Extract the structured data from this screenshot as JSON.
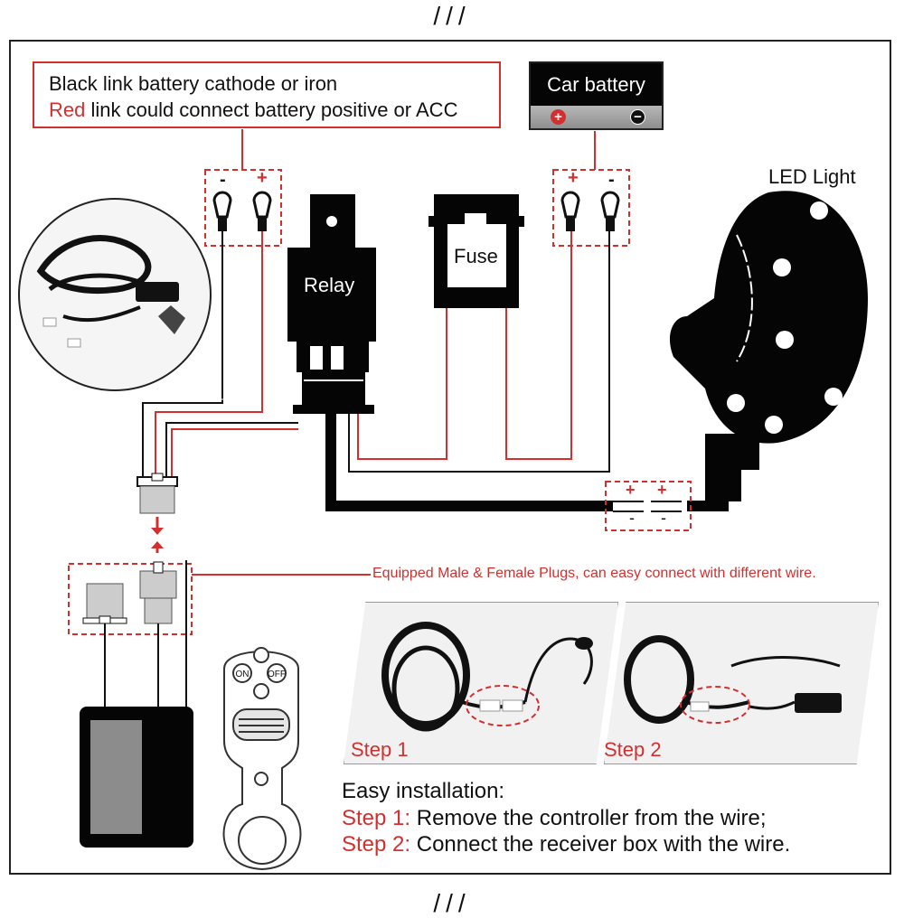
{
  "top_mark": "///",
  "bottom_mark": "///",
  "note": {
    "line1": "Black link battery cathode or iron",
    "line2_red": "Red",
    "line2_rest": " link could connect battery positive or ACC"
  },
  "battery": {
    "label": "Car battery",
    "plus": "+",
    "minus": "−"
  },
  "terminals_left": {
    "minus": "-",
    "plus": "+"
  },
  "terminals_right": {
    "plus": "+",
    "minus": "-"
  },
  "relay_label": "Relay",
  "fuse_label": "Fuse",
  "led_label": "LED Light",
  "connector_marks": {
    "top_plus": "+",
    "bottom_minus": "-"
  },
  "plug_note": "Equipped Male & Female Plugs, can easy connect with different wire.",
  "remote_buttons": {
    "on": "ON",
    "off": "OFF"
  },
  "steps": {
    "step1": "Step 1",
    "step2": "Step 2"
  },
  "install": {
    "title": "Easy installation:",
    "step1_label": "Step 1:",
    "step1_text": " Remove the controller from the wire;",
    "step2_label": "Step 2:",
    "step2_text": " Connect the receiver box with the wire."
  },
  "colors": {
    "accent_red": "#d32f2f",
    "wire_black": "#111111"
  },
  "icons": [
    "ring-terminal-icon",
    "relay-icon",
    "fuse-icon",
    "led-light-icon",
    "remote-control-icon",
    "receiver-box-icon",
    "connector-plug-icon"
  ]
}
